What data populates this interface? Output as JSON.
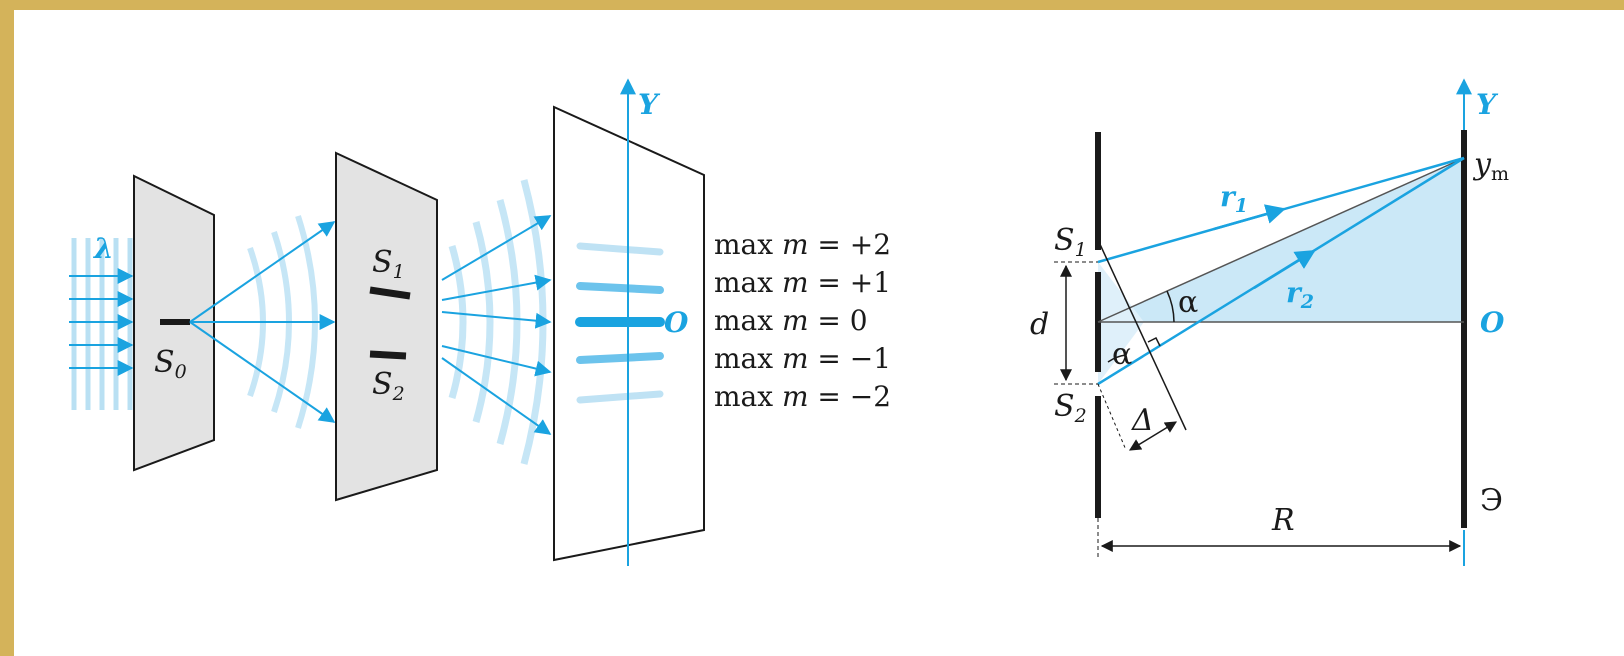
{
  "left_diagram": {
    "wavelength_label": "λ",
    "source_label": "S",
    "source_sub": "0",
    "slit1_label": "S",
    "slit1_sub": "1",
    "slit2_label": "S",
    "slit2_sub": "2",
    "axis_label": "Y",
    "origin_label": "O",
    "maxima": [
      {
        "prefix": "max ",
        "var": "m",
        "rest": " = +2"
      },
      {
        "prefix": "max ",
        "var": "m",
        "rest": " = +1"
      },
      {
        "prefix": "max ",
        "var": "m",
        "rest": " = 0"
      },
      {
        "prefix": "max ",
        "var": "m",
        "rest": " = −1"
      },
      {
        "prefix": "max ",
        "var": "m",
        "rest": " = −2"
      }
    ]
  },
  "right_diagram": {
    "slit1_label": "S",
    "slit1_sub": "1",
    "slit2_label": "S",
    "slit2_sub": "2",
    "d_label": "d",
    "r1_label": "r",
    "r1_sub": "1",
    "r2_label": "r",
    "r2_sub": "2",
    "alpha_label_top": "α",
    "alpha_label_bottom": "α",
    "delta_label": "Δ",
    "axis_label": "Y",
    "ym_label": "y",
    "ym_sub": "m",
    "origin_label": "O",
    "screen_label": "Э",
    "distance_label": "R"
  },
  "colors": {
    "accent_blue": "#1aa3e0",
    "light_blue_fill": "#cbe8f7",
    "panel_gray": "#e3e3e3",
    "border": "#d4b35a"
  }
}
